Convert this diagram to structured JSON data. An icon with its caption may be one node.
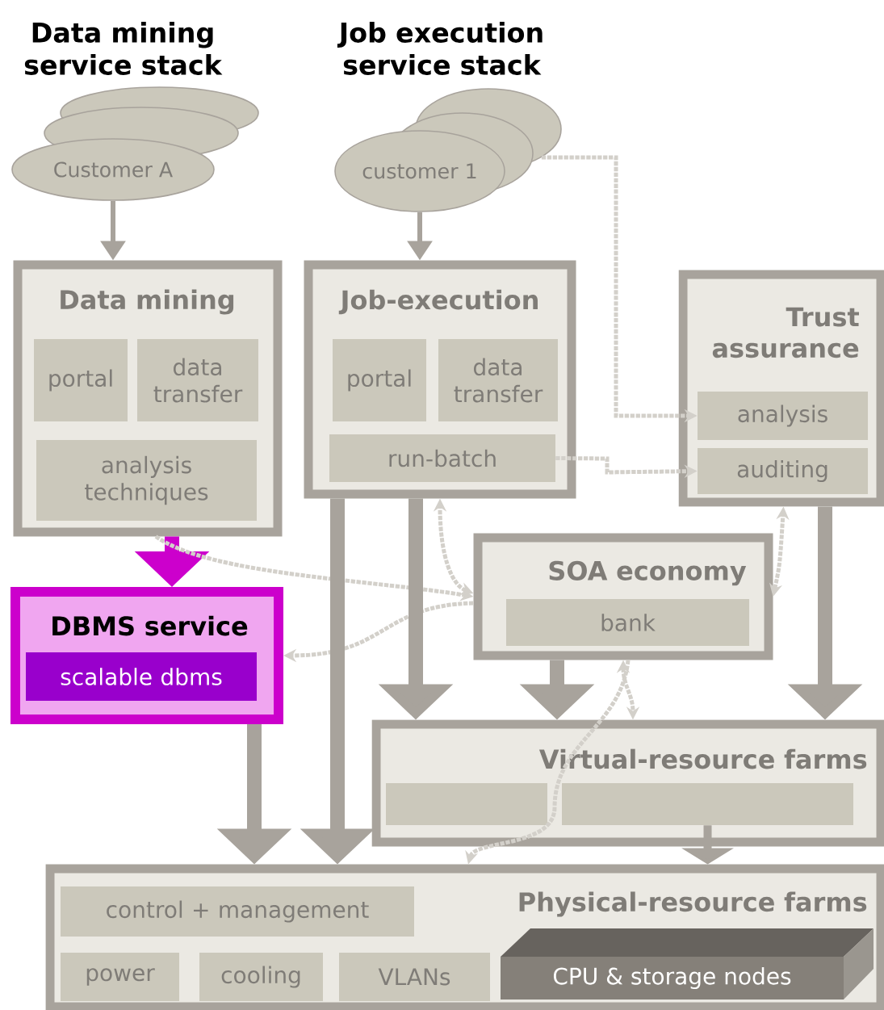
{
  "diagram": {
    "nodes": [
      {
        "text": [
          "Customer A"
        ]
      },
      {
        "text": [
          "customer 1"
        ]
      },
      {
        "text": [
          "Data mining"
        ]
      },
      {
        "text": [
          "portal"
        ],
        "in": 2
      },
      {
        "text": [
          "data transfer"
        ],
        "in": 2
      },
      {
        "text": [
          "analysis techniques"
        ],
        "in": 2
      },
      {
        "text": [
          "Job-execution"
        ]
      },
      {
        "text": [
          "portal"
        ],
        "in": 6
      },
      {
        "text": [
          "data transfer"
        ],
        "in": 6
      },
      {
        "text": [
          "run-batch"
        ],
        "in": 6
      },
      {
        "text": [
          "Trust assurance"
        ]
      },
      {
        "text": [
          "analysis"
        ],
        "in": 10
      },
      {
        "text": [
          "auditing"
        ],
        "in": 10
      },
      {
        "text": [
          "SOA economy"
        ]
      },
      {
        "text": [
          "bank"
        ],
        "in": 13
      },
      {
        "text": [
          "DBMS service"
        ]
      },
      {
        "text": [
          "scalable dbms"
        ],
        "in": 15
      },
      {
        "text": [
          "Virtual-resource farms"
        ]
      },
      {
        "text": [],
        "shape": "box",
        "in": 17
      },
      {
        "text": [],
        "shape": "box",
        "in": 17
      },
      {
        "text": [
          "Physical-resource farms"
        ]
      },
      {
        "text": [
          "control + management"
        ],
        "in": 20
      },
      {
        "text": [
          "power"
        ],
        "in": 20
      },
      {
        "text": [
          "cooling"
        ],
        "in": 20
      },
      {
        "text": [
          "VLANs"
        ],
        "in": 20
      },
      {
        "text": [
          "CPU & storage nodes"
        ],
        "in": 20
      }
    ],
    "edges": [
      {
        "from": 0,
        "to": 2,
        "arrow": "to"
      },
      {
        "from": 1,
        "to": 6,
        "arrow": "to"
      },
      {
        "from": 1,
        "to": 11,
        "arrow": "to",
        "style": "dashed"
      },
      {
        "from": 9,
        "to": 12,
        "arrow": "to",
        "style": "dashed"
      },
      {
        "from": 2,
        "to": 15,
        "arrow": "to",
        "style": "thick",
        "color": "#cc00cc"
      },
      {
        "from": 2,
        "to": 13,
        "arrow": "to",
        "style": "dashed"
      },
      {
        "from": 13,
        "to": 15,
        "arrow": "to",
        "style": "dashed"
      },
      {
        "from": 13,
        "to": 6,
        "arrow": "both",
        "style": "dashed"
      },
      {
        "from": 13,
        "to": 10,
        "arrow": "both",
        "style": "dashed"
      },
      {
        "from": 6,
        "to": 17,
        "arrow": "to",
        "style": "thick"
      },
      {
        "from": 13,
        "to": 17,
        "arrow": "to",
        "style": "thick"
      },
      {
        "from": 10,
        "to": 17,
        "arrow": "to",
        "style": "thick"
      },
      {
        "from": 13,
        "to": 17,
        "arrow": "both",
        "style": "dashed"
      },
      {
        "from": 15,
        "to": 20,
        "arrow": "to",
        "style": "thick"
      },
      {
        "from": 6,
        "to": 20,
        "arrow": "to",
        "style": "thick"
      },
      {
        "from": 19,
        "to": 20,
        "arrow": "to"
      },
      {
        "from": 13,
        "to": 20,
        "arrow": "to",
        "style": "dashed"
      }
    ],
    "labels": [
      "Data mining service stack",
      "Job execution service stack"
    ]
  }
}
